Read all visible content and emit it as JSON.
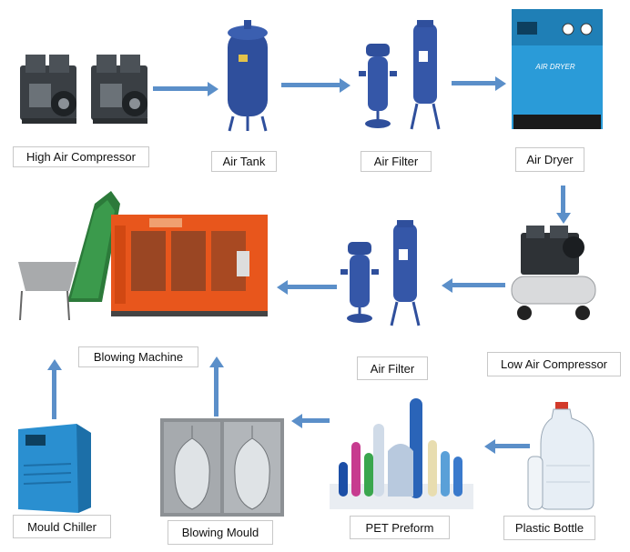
{
  "nodes": [
    {
      "id": "high-air-compressor",
      "label": "High Air Compressor"
    },
    {
      "id": "air-tank",
      "label": "Air Tank"
    },
    {
      "id": "air-filter-1",
      "label": "Air Filter"
    },
    {
      "id": "air-dryer",
      "label": "Air Dryer",
      "image_text": "AIR DRYER"
    },
    {
      "id": "low-air-compressor",
      "label": "Low Air Compressor"
    },
    {
      "id": "air-filter-2",
      "label": "Air Filter"
    },
    {
      "id": "blowing-machine",
      "label": "Blowing Machine"
    },
    {
      "id": "mould-chiller",
      "label": "Mould Chiller"
    },
    {
      "id": "blowing-mould",
      "label": "Blowing Mould"
    },
    {
      "id": "pet-preform",
      "label": "PET Preform"
    },
    {
      "id": "plastic-bottle",
      "label": "Plastic Bottle"
    }
  ],
  "colors": {
    "arrow": "#5b8fc9",
    "equipment_blue": "#2f4f9c",
    "dryer_blue": "#2a9bd8",
    "machine_orange": "#e8561c"
  }
}
